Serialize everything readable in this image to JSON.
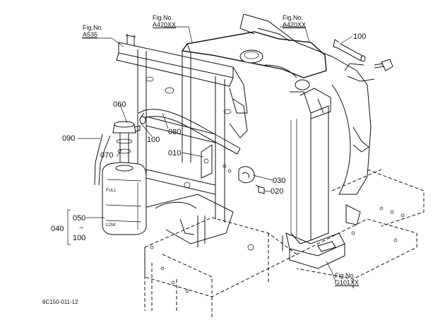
{
  "figure_refs": [
    {
      "label": "Fig.No.",
      "number": "A535"
    },
    {
      "label": "Fig.No.",
      "number": "A420XX"
    },
    {
      "label": "Fig.No.",
      "number": "A420XX"
    },
    {
      "label": "Fig.No.",
      "number": "G101XX"
    }
  ],
  "parts": {
    "p100_top": "100",
    "p060": "060",
    "p090": "090",
    "p100_mid": "100",
    "p080": "080",
    "p070": "070",
    "p010": "010",
    "p030": "030",
    "p020": "020",
    "p040": "040",
    "p050": "050",
    "tilde": "~",
    "p100_range": "100"
  },
  "tank_markings": {
    "full": "FULL",
    "low": "LOW"
  },
  "drawing_code": "6C150-011-12"
}
